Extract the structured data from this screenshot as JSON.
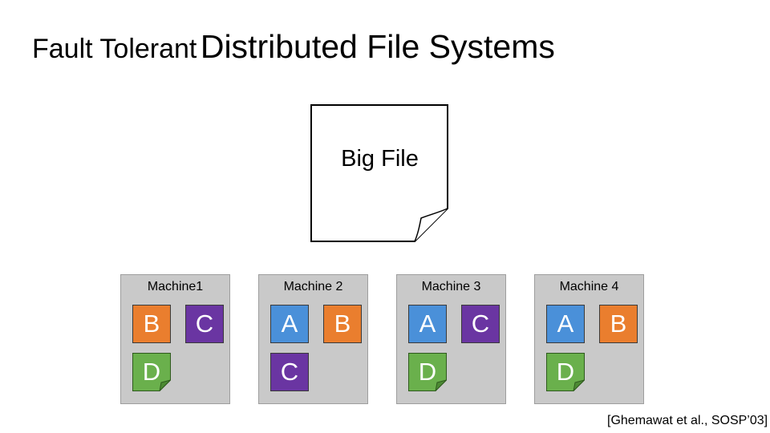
{
  "title": {
    "part1": "Fault Tolerant",
    "part2": "Distributed File Systems"
  },
  "big_file": {
    "label": "Big File"
  },
  "machines": [
    {
      "label": "Machine1",
      "chunks": [
        "B",
        "C",
        "D"
      ]
    },
    {
      "label": "Machine 2",
      "chunks": [
        "A",
        "B",
        "C"
      ]
    },
    {
      "label": "Machine 3",
      "chunks": [
        "A",
        "C",
        "D"
      ]
    },
    {
      "label": "Machine 4",
      "chunks": [
        "A",
        "B",
        "D"
      ]
    }
  ],
  "colors": {
    "A": "#4a90d9",
    "B": "#ea7e2e",
    "C": "#6a35a2",
    "D": "#6ab04c",
    "machine_bg": "#c9c9c9"
  },
  "citation": "[Ghemawat et al., SOSP’03]"
}
